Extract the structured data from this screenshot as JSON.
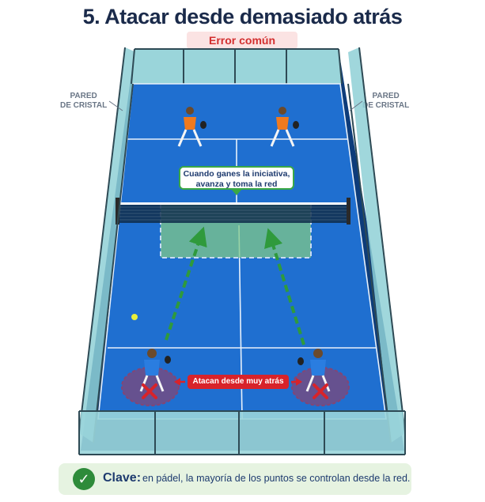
{
  "header": {
    "title": "5. Atacar desde demasiado atrás",
    "badge": "Error común"
  },
  "labels": {
    "wall_left_line1": "PARED",
    "wall_left_line2": "DE CRISTAL",
    "wall_right_line1": "PARED",
    "wall_right_line2": "DE CRISTAL",
    "callout_line1": "Cuando ganes la iniciativa,",
    "callout_line2": "avanza y toma la red",
    "back_label": "Atacan desde muy atrás"
  },
  "key": {
    "title": "Clave:",
    "text": "en pádel, la mayoría de los puntos se controlan desde la red."
  },
  "colors": {
    "court": "#1f6fd0",
    "glass": "#8fd0d6",
    "net_zone": "#7fc98a",
    "error_red": "#d8232a",
    "arrow_green": "#2f9a3c",
    "title": "#1a2a4a"
  }
}
